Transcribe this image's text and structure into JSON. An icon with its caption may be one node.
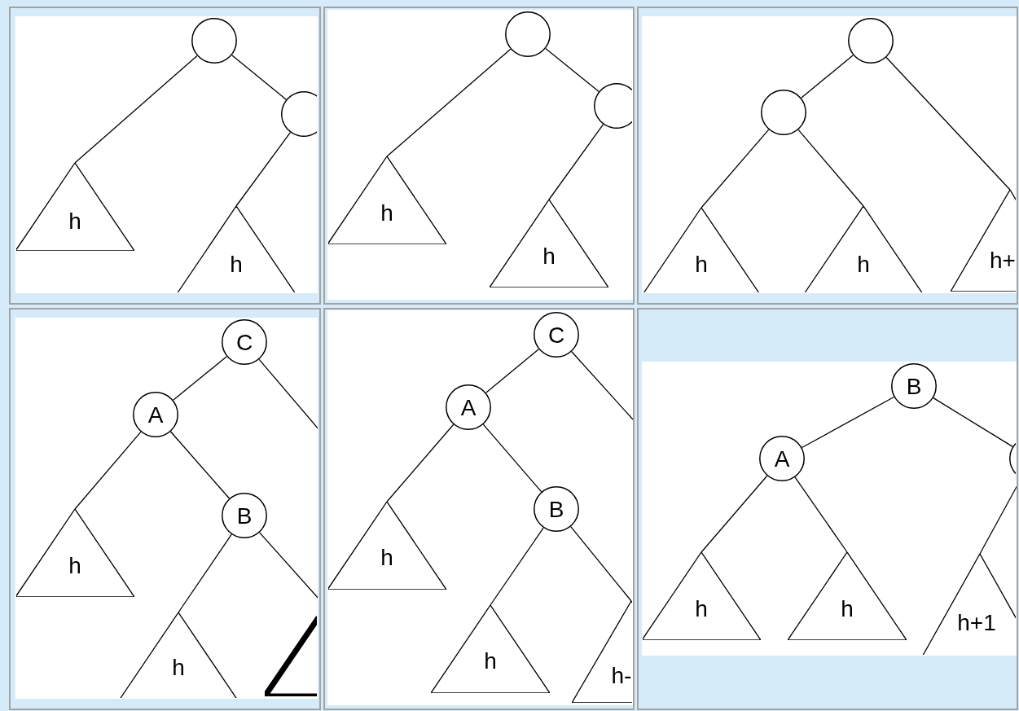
{
  "diagram": {
    "nodes": [
      {
        "text": [],
        "shape": "box"
      },
      {
        "text": [],
        "shape": "circle",
        "in": 0
      },
      {
        "text": [],
        "shape": "circle",
        "in": 0
      },
      {
        "text": [
          "h"
        ],
        "in": 0
      },
      {
        "text": [
          "h"
        ],
        "in": 0
      },
      {
        "text": [],
        "shape": "box"
      },
      {
        "text": [],
        "shape": "circle",
        "in": 5
      },
      {
        "text": [],
        "shape": "circle",
        "in": 5
      },
      {
        "text": [
          "h"
        ],
        "in": 5
      },
      {
        "text": [
          "h"
        ],
        "in": 5
      },
      {
        "text": [],
        "shape": "box"
      },
      {
        "text": [],
        "shape": "circle",
        "in": 10
      },
      {
        "text": [],
        "shape": "circle",
        "in": 10
      },
      {
        "text": [
          "h"
        ],
        "in": 10
      },
      {
        "text": [
          "h"
        ],
        "in": 10
      },
      {
        "text": [
          "h+"
        ],
        "in": 10
      },
      {
        "text": [],
        "shape": "box"
      },
      {
        "text": [
          "C"
        ],
        "in": 16
      },
      {
        "text": [
          "A"
        ],
        "in": 16
      },
      {
        "text": [
          "h"
        ],
        "in": 16
      },
      {
        "text": [
          "B"
        ],
        "in": 16
      },
      {
        "text": [
          "h"
        ],
        "in": 16
      },
      {
        "text": [],
        "shape": "triangle",
        "in": 16
      },
      {
        "text": [],
        "shape": "box"
      },
      {
        "text": [
          "C"
        ],
        "in": 23
      },
      {
        "text": [
          "A"
        ],
        "in": 23
      },
      {
        "text": [
          "h"
        ],
        "in": 23
      },
      {
        "text": [
          "B"
        ],
        "in": 23
      },
      {
        "text": [
          "h"
        ],
        "in": 23
      },
      {
        "text": [
          "h-"
        ],
        "in": 23
      },
      {
        "text": [],
        "shape": "box"
      },
      {
        "text": [
          "B"
        ],
        "in": 30
      },
      {
        "text": [
          "A"
        ],
        "in": 30
      },
      {
        "text": [],
        "shape": "circle",
        "in": 30
      },
      {
        "text": [
          "h"
        ],
        "in": 30
      },
      {
        "text": [
          "h"
        ],
        "in": 30
      },
      {
        "text": [
          "h+1"
        ],
        "in": 30
      }
    ],
    "edges": [
      {
        "from": 1,
        "to": 3,
        "arrow": "none"
      },
      {
        "from": 1,
        "to": 2,
        "arrow": "none"
      },
      {
        "from": 2,
        "to": 4,
        "arrow": "none"
      },
      {
        "from": 6,
        "to": 8,
        "arrow": "none"
      },
      {
        "from": 6,
        "to": 7,
        "arrow": "none"
      },
      {
        "from": 7,
        "to": 9,
        "arrow": "none"
      },
      {
        "from": 11,
        "to": 12,
        "arrow": "none"
      },
      {
        "from": 11,
        "to": 15,
        "arrow": "none"
      },
      {
        "from": 12,
        "to": 13,
        "arrow": "none"
      },
      {
        "from": 12,
        "to": 14,
        "arrow": "none"
      },
      {
        "from": 17,
        "to": 18,
        "arrow": "none"
      },
      {
        "from": 17,
        "to": null,
        "arrow": "none"
      },
      {
        "from": 18,
        "to": 19,
        "arrow": "none"
      },
      {
        "from": 18,
        "to": 20,
        "arrow": "none"
      },
      {
        "from": 20,
        "to": 21,
        "arrow": "none"
      },
      {
        "from": 20,
        "to": 22,
        "arrow": "none"
      },
      {
        "from": 24,
        "to": 25,
        "arrow": "none"
      },
      {
        "from": 24,
        "to": null,
        "arrow": "none"
      },
      {
        "from": 25,
        "to": 26,
        "arrow": "none"
      },
      {
        "from": 25,
        "to": 27,
        "arrow": "none"
      },
      {
        "from": 27,
        "to": 28,
        "arrow": "none"
      },
      {
        "from": 27,
        "to": 29,
        "arrow": "none"
      },
      {
        "from": 31,
        "to": 32,
        "arrow": "none"
      },
      {
        "from": 31,
        "to": 33,
        "arrow": "none"
      },
      {
        "from": 32,
        "to": 34,
        "arrow": "none"
      },
      {
        "from": 32,
        "to": 35,
        "arrow": "none"
      },
      {
        "from": 33,
        "to": 36,
        "arrow": "none"
      }
    ]
  }
}
